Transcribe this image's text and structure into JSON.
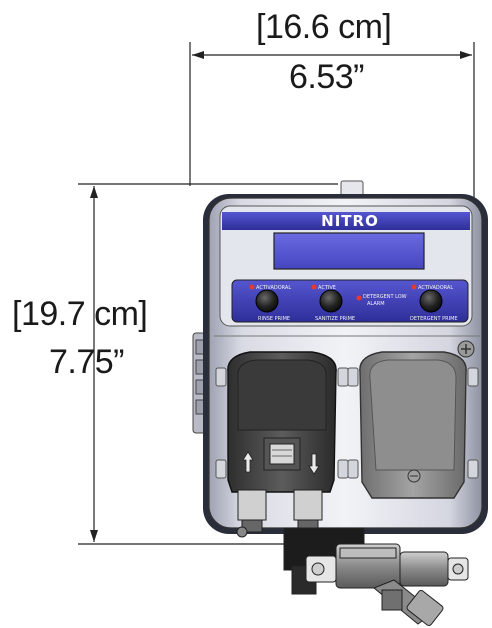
{
  "dimensions": {
    "width_metric": "[16.6 cm]",
    "width_imperial": "6.53”",
    "height_metric": "[19.7 cm]",
    "height_imperial": "7.75”"
  },
  "device": {
    "brand": "NITRO",
    "panel": {
      "left_knob_top": "ACTIVADORAL",
      "left_knob_bottom": "RINSE PRIME",
      "mid_knob_top": "ACTIVE",
      "mid_knob_bottom": "SANITIZE PRIME",
      "alarm_line1": "DETERGENT LOW",
      "alarm_line2": "ALARM",
      "right_knob_top": "ACTIVADORAL",
      "right_knob_bottom": "DETERGENT PRIME"
    }
  },
  "colors": {
    "panel_blue": "#3a3aa8",
    "housing": "#c9ccd8",
    "pump_cover": "#4a4a4a"
  }
}
